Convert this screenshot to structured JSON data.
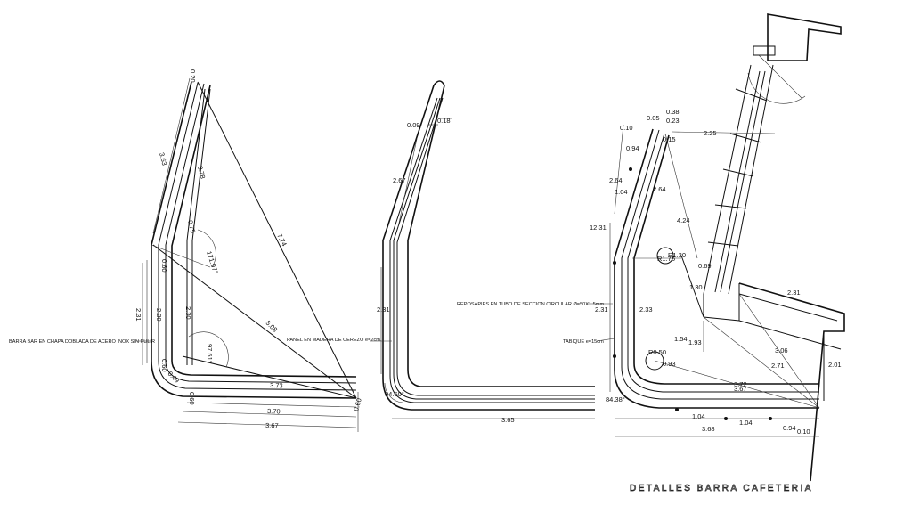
{
  "title": "DETALLES BARRA CAFETERIA",
  "left": {
    "dims": [
      "0.20",
      "3.63",
      "3.78",
      "7.74",
      "0.75",
      "171.97°",
      "2.31",
      "2.30",
      "0.60",
      "2.30",
      "5.08",
      "97.51°",
      "0.60",
      "0.49",
      "0.60",
      "3.73",
      "3.70",
      "3.67",
      "0.60"
    ],
    "notes": {
      "bar": "BARRA BAR EN  CHAPA DOBLADA DE ACERO INOX SIN PULIR"
    }
  },
  "middle": {
    "dims": [
      "0.09",
      "0.18",
      "2.67",
      "2.31",
      "84.60°",
      "3.65"
    ],
    "notes": {
      "panel": "PANEL EN MADERA DE CEREZO e=2cm."
    }
  },
  "right": {
    "dims": [
      "0.38",
      "0.05",
      "0.23",
      "0.10",
      "0.15",
      "2.25",
      "0.94",
      "2.64",
      "2.64",
      "1.04",
      "4.24",
      "12.31",
      "R1.75",
      "R1.30",
      "0.69",
      "1.30",
      "2.31",
      "2.31",
      "2.33",
      "1.54",
      "1.93",
      "3.06",
      "R0.50",
      "0.93",
      "2.71",
      "3.72",
      "3.67",
      "2.01",
      "84.38°",
      "1.04",
      "1.04",
      "0.94",
      "0.10",
      "3.68"
    ],
    "notes": {
      "footrest": "REPOSAPIES EN TUBO DE SECCION CIRCULAR Ø=50X1.5mm.",
      "wall": "TABIQUE e=15cm"
    }
  }
}
